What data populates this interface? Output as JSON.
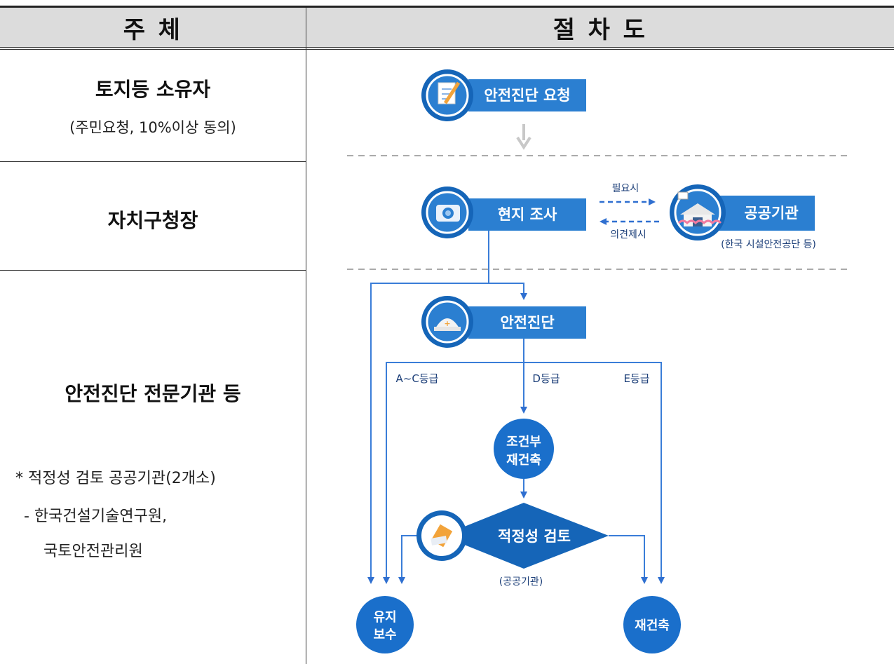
{
  "header": {
    "subject_label": "주 체",
    "procedure_label": "절 차 도"
  },
  "subjects": {
    "owner": {
      "title": "토지등 소유자",
      "sub": "(주민요청, 10%이상 동의)"
    },
    "ward_head": {
      "title": "자치구청장"
    },
    "agency": {
      "title": "안전진단 전문기관 등",
      "note_line1": "* 적정성 검토 공공기관(2개소)",
      "note_line2": "- 한국건설기술연구원,",
      "note_line3": "국토안전관리원"
    }
  },
  "flow": {
    "request": "안전진단 요청",
    "survey": "현지 조사",
    "if_needed": "필요시",
    "opinion": "의견제시",
    "public_agency": "공공기관",
    "public_agency_sub": "(한국 시설안전공단 등)",
    "diagnosis": "안전진단",
    "grade_ac": "A~C등급",
    "grade_d": "D등급",
    "grade_e": "E등급",
    "conditional_line1": "조건부",
    "conditional_line2": "재건축",
    "review": "적정성 검토",
    "review_sub": "(공공기관)",
    "maintenance_line1": "유지",
    "maintenance_line2": "보수",
    "rebuild": "재건축"
  },
  "colors": {
    "primary_blue": "#2b7fd1",
    "dark_blue": "#1565b8",
    "line_blue": "#3a7dd8",
    "header_gray": "#dcdcdc"
  }
}
